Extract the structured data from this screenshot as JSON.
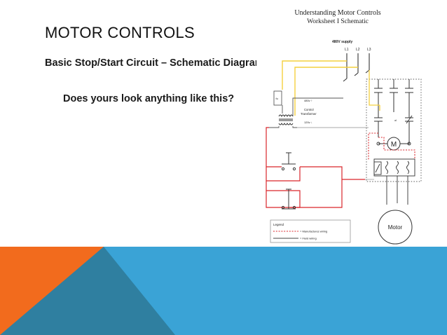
{
  "slide": {
    "title": "MOTOR CONTROLS",
    "subtitle": "Basic Stop/Start Circuit – Schematic Diagram",
    "question": "Does yours look anything like this?"
  },
  "schematic": {
    "header_line1": "Understanding Motor Controls",
    "header_line2": "Worksheet I Schematic",
    "supply_label": "480V supply",
    "phase_labels": [
      "L1",
      "L2",
      "L3"
    ],
    "fuse_label": "fu",
    "primary_label": "480v ↑",
    "transformer_label_line1": "Control",
    "transformer_label_line2": "Transformer",
    "secondary_label": "120v ↓",
    "ol_label": "ol",
    "motor_small_label": "M",
    "motor_label": "Motor",
    "legend_title": "Legend",
    "legend_items": [
      {
        "text": "= Manufactures wiring"
      },
      {
        "text": "= Field wiring"
      }
    ]
  },
  "colors": {
    "band_blue": "#3aa3d6",
    "band_dark": "#2f7fa0",
    "band_orange": "#f26b1d",
    "field_wire_red": "#d9262b",
    "wire_yellow": "#f4d03f",
    "wire_gray": "#aaaaaa"
  }
}
